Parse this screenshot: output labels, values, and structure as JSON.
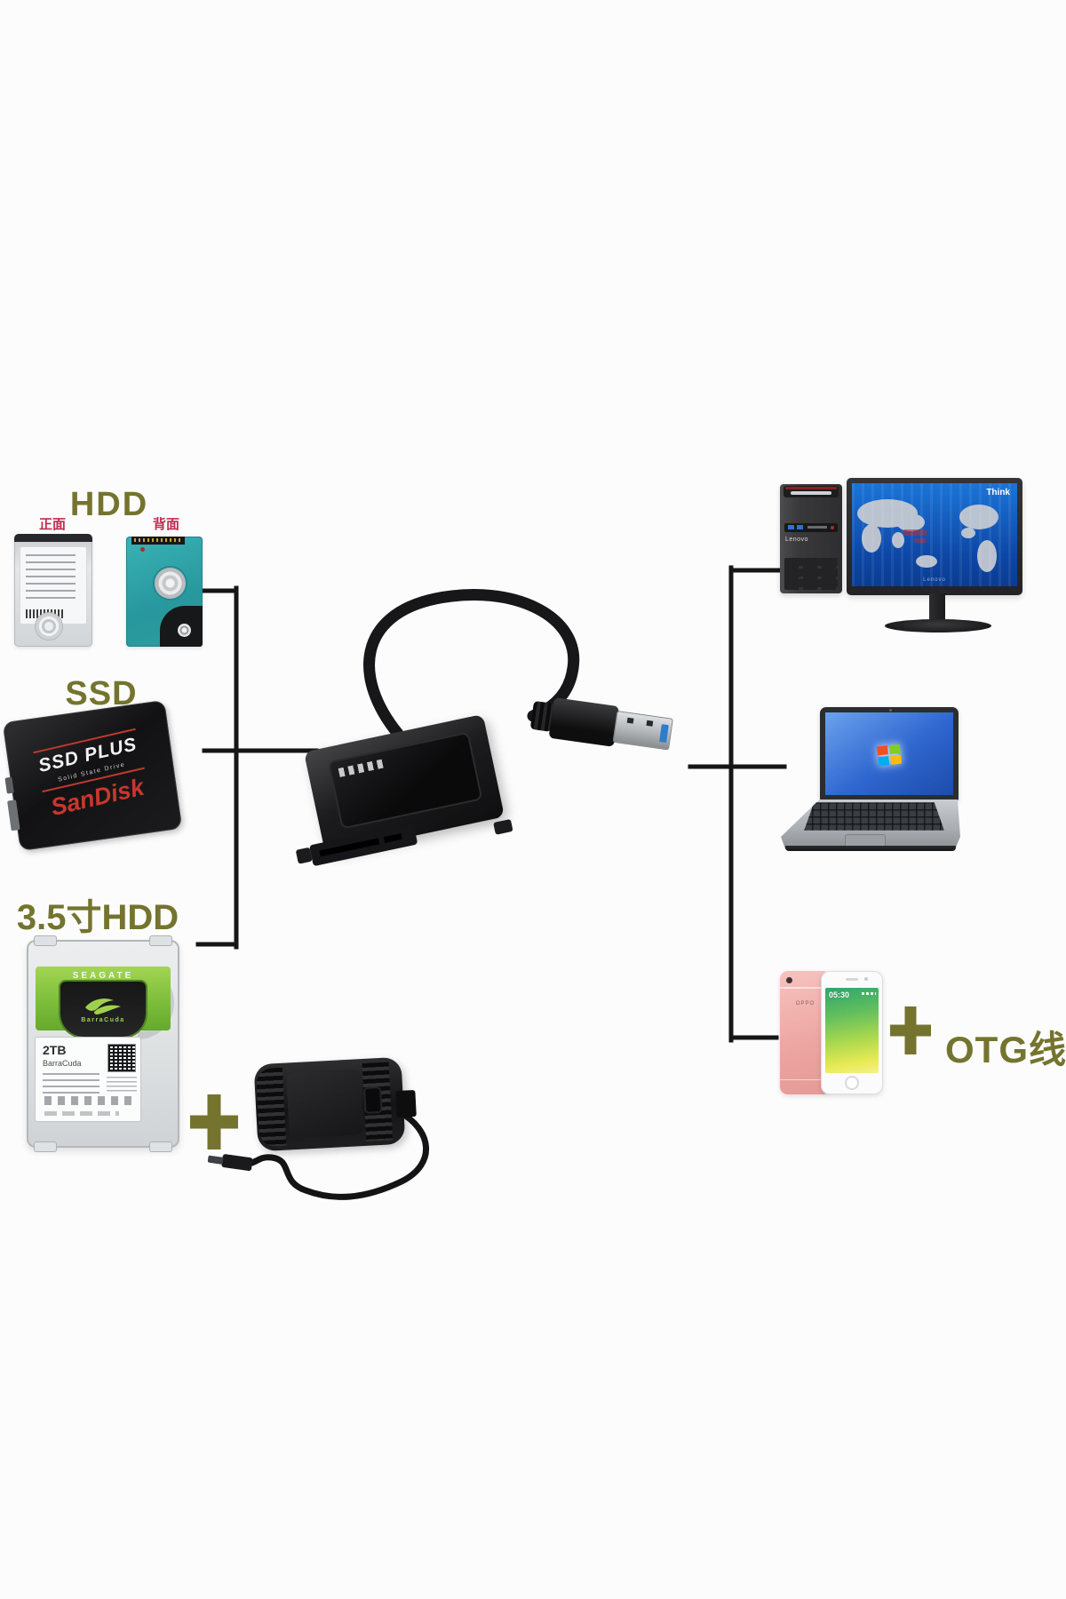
{
  "background": "#fcfcfc",
  "colors": {
    "accent_olive": "#74742f",
    "tag_red": "#c42a52",
    "line_black": "#161616",
    "hdd_pcb_teal": "#2f9ba0",
    "sandisk_red": "#c8372d",
    "seagate_green": "#7cbe3a",
    "monitor_blue": "#1b74d8",
    "laptop_blue": "#2f66cf",
    "phone_rose_gold": "#eda5a1",
    "usb_blue": "#2e7ccc"
  },
  "labels": {
    "hdd_title": "HDD",
    "hdd_front_tag": "正面",
    "hdd_back_tag": "背面",
    "ssd_title": "SSD",
    "hdd35_title": "3.5寸HDD",
    "otg_label": "OTG线"
  },
  "icons": {
    "plus": "+",
    "windows_flag": "windows-flag",
    "home_button": "circle",
    "qr_code": "qr-grid",
    "seagate_bird": "green-swoosh-bird"
  },
  "devices": {
    "sandisk_ssd": {
      "model": "SSD PLUS",
      "subtitle": "Solid State Drive",
      "brand": "SanDisk"
    },
    "seagate_hdd": {
      "brand": "SEAGATE",
      "logo_model": "BarraCuda",
      "capacity": "2TB",
      "label_model": "BarraCuda"
    },
    "tower": {
      "brand": "Lenovo"
    },
    "monitor": {
      "logo_text": "Think",
      "screen_brand": "Lenovo"
    },
    "phone": {
      "brand": "OPPO",
      "screen_time": "05:30"
    }
  }
}
